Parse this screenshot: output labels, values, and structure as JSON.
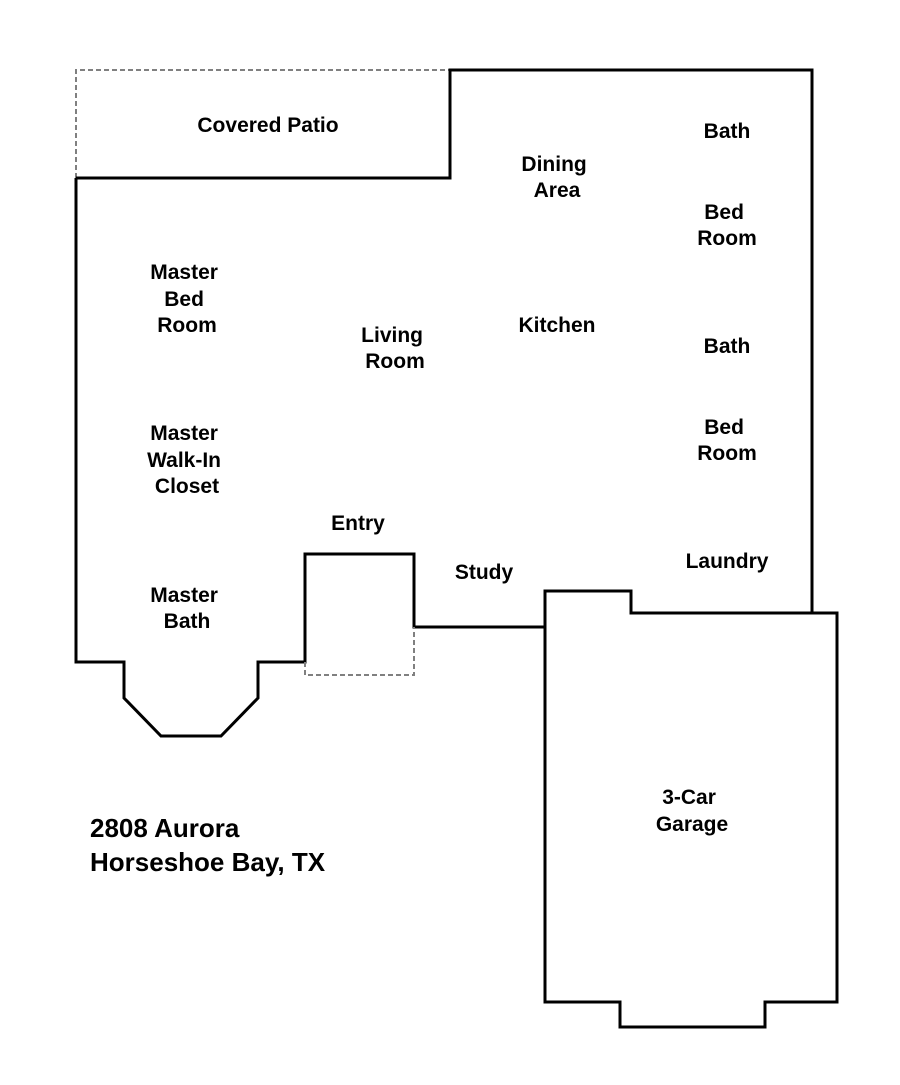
{
  "rooms": {
    "covered_patio": [
      "Covered Patio"
    ],
    "dining_area": [
      "Dining",
      "Area"
    ],
    "bath_1": [
      "Bath"
    ],
    "bed_room_1": [
      "Bed",
      "Room"
    ],
    "master_bed_room": [
      "Master",
      "Bed",
      "Room"
    ],
    "living_room": [
      "Living",
      "Room"
    ],
    "kitchen": [
      "Kitchen"
    ],
    "bath_2": [
      "Bath"
    ],
    "master_walk_in_closet": [
      "Master",
      "Walk-In",
      "Closet"
    ],
    "bed_room_2": [
      "Bed",
      "Room"
    ],
    "entry": [
      "Entry"
    ],
    "study": [
      "Study"
    ],
    "laundry": [
      "Laundry"
    ],
    "master_bath": [
      "Master",
      "Bath"
    ],
    "garage": [
      "3-Car",
      "Garage"
    ]
  },
  "address": {
    "line1": "2808 Aurora",
    "line2": "Horseshoe Bay, TX"
  }
}
